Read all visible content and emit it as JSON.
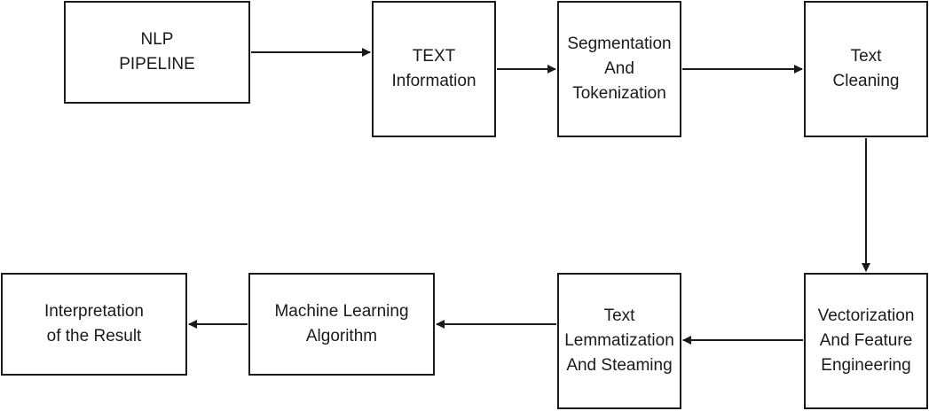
{
  "nodes": [
    {
      "id": "n1",
      "text": "NLP\nPIPELINE"
    },
    {
      "id": "n2",
      "text": "TEXT\nInformation"
    },
    {
      "id": "n3",
      "text": "Segmentation\nAnd\nTokenization"
    },
    {
      "id": "n4",
      "text": "Text\nCleaning"
    },
    {
      "id": "n5",
      "text": "Vectorization\nAnd Feature\nEngineering"
    },
    {
      "id": "n6",
      "text": "Text\nLemmatization\nAnd Steaming"
    },
    {
      "id": "n7",
      "text": "Machine Learning\nAlgorithm"
    },
    {
      "id": "n8",
      "text": "Interpretation\nof the Result"
    }
  ],
  "edges": [
    {
      "from": "n1",
      "to": "n2"
    },
    {
      "from": "n2",
      "to": "n3"
    },
    {
      "from": "n3",
      "to": "n4"
    },
    {
      "from": "n4",
      "to": "n5"
    },
    {
      "from": "n5",
      "to": "n6"
    },
    {
      "from": "n6",
      "to": "n7"
    },
    {
      "from": "n7",
      "to": "n8"
    }
  ],
  "colors": {
    "stroke": "#1a1a1a",
    "fill": "#ffffff",
    "text": "#1a1a1a"
  }
}
